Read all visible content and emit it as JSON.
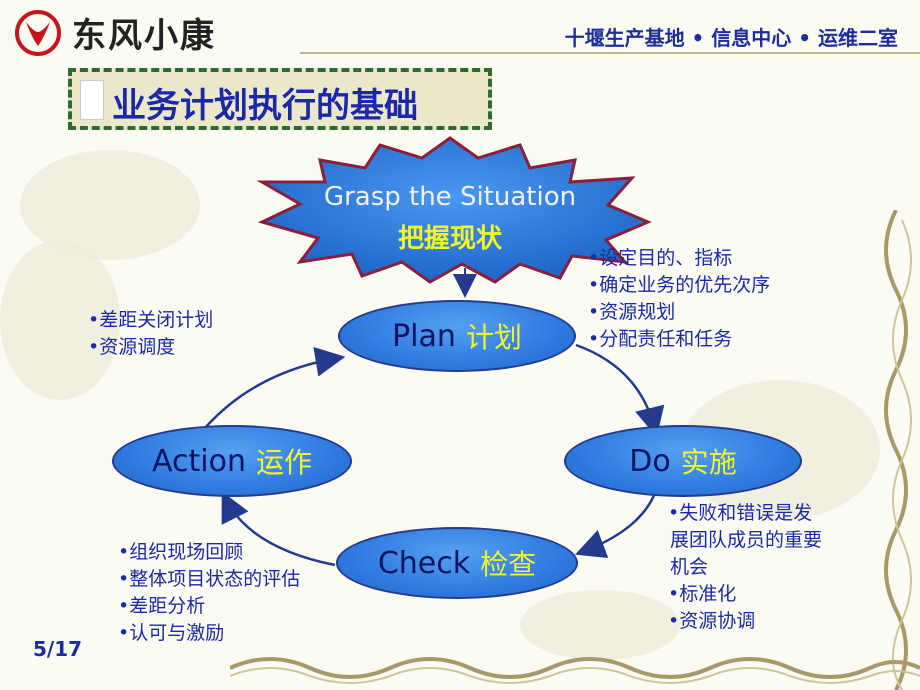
{
  "header": {
    "logo_text": "东风小康",
    "org_text": "十堰生产基地 • 信息中心 • 运维二室"
  },
  "title": "业务计划执行的基础",
  "situation": {
    "en": "Grasp the Situation",
    "zh": "把握现状"
  },
  "nodes": {
    "plan": {
      "en": "Plan",
      "zh": "计划"
    },
    "do": {
      "en": "Do",
      "zh": "实施"
    },
    "check": {
      "en": "Check",
      "zh": "检查"
    },
    "action": {
      "en": "Action",
      "zh": "运作"
    }
  },
  "notes": {
    "plan": [
      "•设定目的、指标",
      "•确定业务的优先次序",
      "•资源规划",
      "•分配责任和任务"
    ],
    "action": [
      "•差距关闭计划",
      "•资源调度"
    ],
    "do": [
      "•失败和错误是发",
      "展团队成员的重要",
      "机会",
      "•标准化",
      "•资源协调"
    ],
    "check": [
      "•组织现场回顾",
      "•整体项目状态的评估",
      "•差距分析",
      "•认可与激励"
    ]
  },
  "page_number": "5/17",
  "colors": {
    "node_fill": "#2f7be0",
    "node_border": "#243a8c",
    "burst_fill": "#2a7fe0",
    "burst_border": "#8a1f3a",
    "accent_text": "#f3f52a",
    "note_text": "#1b2ba6"
  }
}
